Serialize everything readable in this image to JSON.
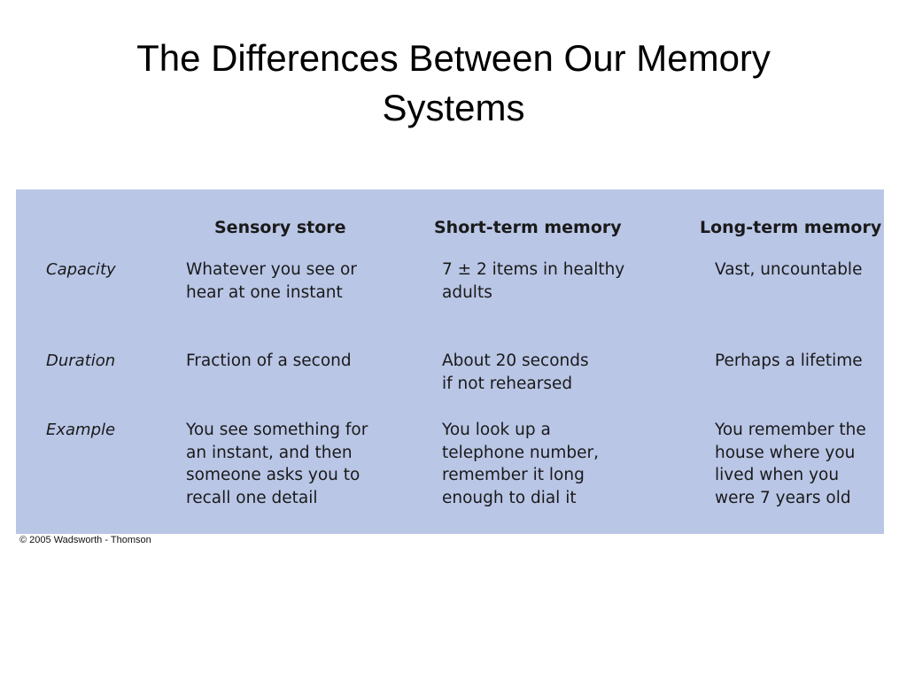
{
  "title": {
    "line1": "The Differences Between Our Memory",
    "line2": "Systems"
  },
  "table": {
    "headers": [
      "Sensory store",
      "Short-term memory",
      "Long-term memory"
    ],
    "rows": [
      {
        "label": "Capacity",
        "cells": [
          [
            "Whatever you see or",
            "hear at one instant"
          ],
          [
            "7 ± 2 items in healthy",
            "adults"
          ],
          [
            "Vast, uncountable"
          ]
        ]
      },
      {
        "label": "Duration",
        "cells": [
          [
            "Fraction of a second"
          ],
          [
            "About 20 seconds",
            "if not rehearsed"
          ],
          [
            "Perhaps a lifetime"
          ]
        ]
      },
      {
        "label": "Example",
        "cells": [
          [
            "You see something for",
            "an instant, and then",
            "someone asks you to",
            "recall one detail"
          ],
          [
            "You look up a",
            "telephone number,",
            "remember it long",
            "enough to dial it"
          ],
          [
            "You remember the",
            "house where you",
            "lived when you",
            "were 7 years old"
          ]
        ]
      }
    ]
  },
  "copyright": "© 2005 Wadsworth - Thomson",
  "colors": {
    "panel_background": "#b9c6e6",
    "text": "#1a1a1a"
  }
}
